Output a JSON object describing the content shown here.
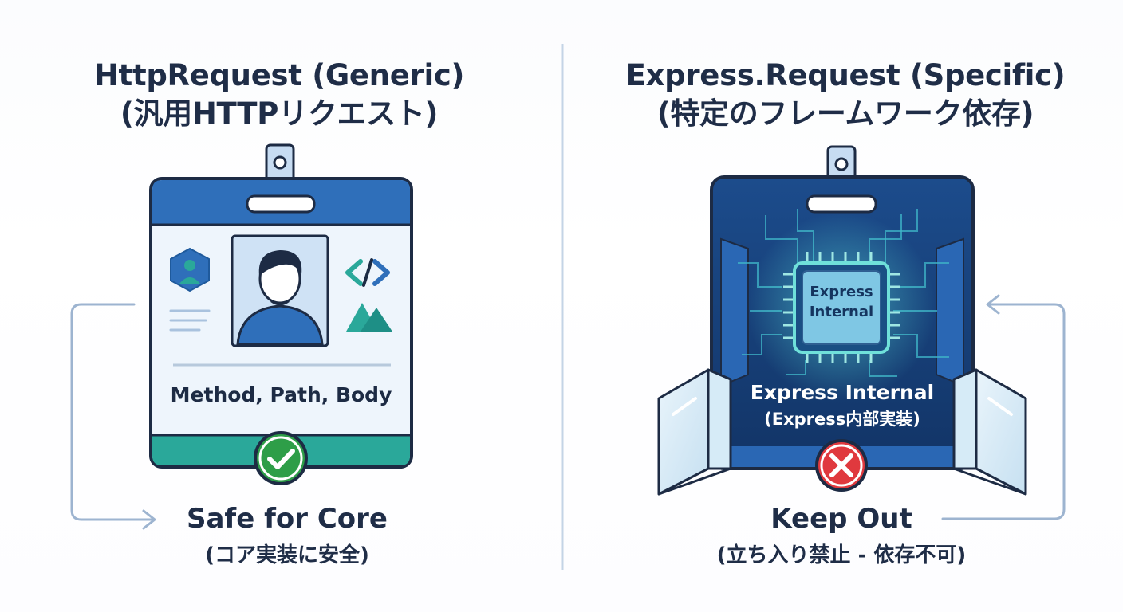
{
  "left": {
    "title_line1": "HttpRequest (Generic)",
    "title_line2": "(汎用HTTPリクエスト)",
    "badge_text": "Method, Path, Body",
    "status_main": "Safe for Core",
    "status_sub": "(コア実装に安全)",
    "icons": [
      "user-hexagon-icon",
      "code-brackets-icon",
      "mountain-icon",
      "text-lines-icon",
      "person-avatar-icon",
      "check-icon"
    ],
    "colors": {
      "badge_top": "#2f6fba",
      "badge_bottom": "#2aa89a",
      "check": "#2e9e48"
    }
  },
  "right": {
    "title_line1": "Express.Request (Specific)",
    "title_line2": "(特定のフレームワーク依存)",
    "chip_line1": "Express",
    "chip_line2": "Internal",
    "badge_line1": "Express Internal",
    "badge_line2": "(Express内部実装)",
    "status_main": "Keep Out",
    "status_sub": "(立ち入り禁止 - 依存不可)",
    "icons": [
      "chip-icon",
      "cross-icon",
      "barrier-tape-icon"
    ],
    "colors": {
      "badge_dark": "#16396e",
      "chip_glow": "#3fd9d0",
      "cross": "#e0393e"
    }
  }
}
